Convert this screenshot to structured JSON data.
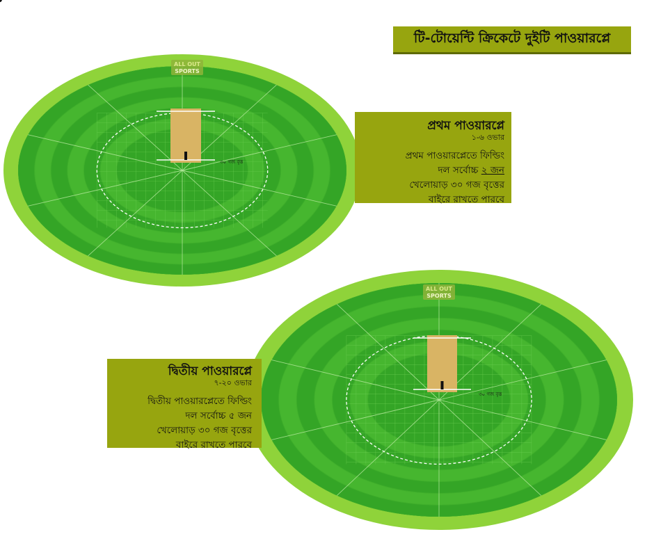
{
  "title": "টি-টোয়েন্টি ক্রিকেটে দুইটি পাওয়ারপ্লে",
  "logo": {
    "line1": "ALL OUT",
    "line2": "SPORTS"
  },
  "circle_label": "৩০ গজ বৃত্ত",
  "powerplay1": {
    "heading": "প্রথম পাওয়ারপ্লে",
    "overs": "১-৬ ওভার",
    "line1": "প্রথম পাওয়ারপ্লেতে ফিল্ডিং",
    "line2_pre": "দল সর্বোচ্চ ",
    "line2_em": "২ জন",
    "line3": "খেলোয়াড় ৩০ গজ বৃত্তের",
    "line4": "বাইরে রাখতে পারবে"
  },
  "powerplay2": {
    "heading": "দ্বিতীয় পাওয়ারপ্লে",
    "overs": "৭-২০ ওভার",
    "line1": "দ্বিতীয় পাওয়ারপ্লেতে ফিল্ডিং",
    "line2": "দল সর্বোচ্চ ৫ জন",
    "line3": "খেলোয়াড় ৩০ গজ বৃত্তের",
    "line4": "বাইরে রাখতে পারবে"
  },
  "colors": {
    "panel": "#97a50f",
    "outer_ring": "#8fd33a",
    "field_dark": "#2e9a22",
    "field_light": "#4cbb32",
    "pitch": "#d9b464",
    "fielder": "#111111"
  }
}
